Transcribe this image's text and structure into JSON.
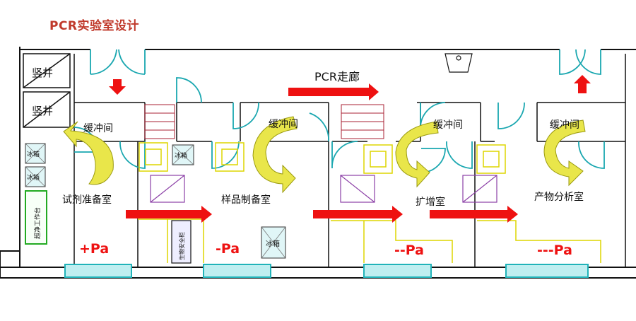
{
  "header": {
    "title": "PCR实验室设计"
  },
  "plan": {
    "shafts": [
      "竖井",
      "竖井"
    ],
    "corridor_label": "PCR走廊",
    "buffers": [
      "缓冲间",
      "缓冲间",
      "缓冲间",
      "缓冲间"
    ],
    "rooms": [
      "试剂准备室",
      "样品制备室",
      "扩增室",
      "产物分析室"
    ],
    "pressures": [
      "+Pa",
      "-Pa",
      "--Pa",
      "---Pa"
    ],
    "equipment": {
      "fridge": "冰箱",
      "ultra_bench": "超净工作台",
      "biosafety_cabinet": "生物安全柜"
    }
  },
  "colors": {
    "wall": "#111111",
    "door": "#1aa7b0",
    "arrow": "#ee1111",
    "flow": "#e9e64a",
    "furniture": "#ddd500",
    "title": "#c0392b",
    "window": "#21b3b9",
    "bench_border": "#22aa22"
  }
}
